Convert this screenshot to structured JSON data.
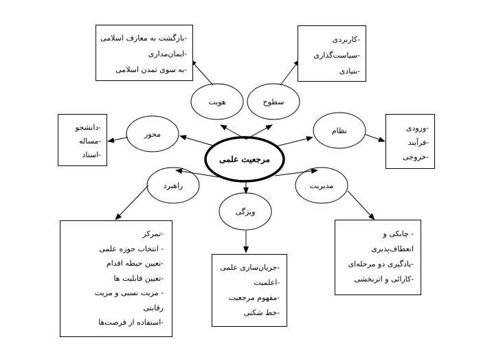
{
  "center": {
    "label": "مرجعیت علمی"
  },
  "nodes": {
    "identity": {
      "label": "هویت",
      "items": [
        "-بازگشت به معارف اسلامی",
        "-ایمان‌مداری",
        "-به سوی تمدن اسلامی"
      ]
    },
    "levels": {
      "label": "سطوح",
      "items": [
        "-کاربردی",
        "-سیاست‌گذاری",
        "-بنیادی"
      ]
    },
    "axis": {
      "label": "محور",
      "items": [
        "-دانشجو",
        "-مساله",
        "-استاد"
      ]
    },
    "system": {
      "label": "نظام",
      "items": [
        "-ورودی",
        "-فرآیند",
        "-خروجی"
      ]
    },
    "strategy": {
      "label": "راهبرد",
      "items": [
        "-تمرکز",
        "- انتخاب حوزه علمی",
        "-تعیین حیطه اقدام",
        "-تعیین قابلیت ها",
        "- مزیت نسبی و مزیت",
        "رقابتی",
        "-استفاده از فرصت‌ها"
      ]
    },
    "feature": {
      "label": "ویژگی",
      "items": [
        "-جریان‌سازی علمی",
        "-اعلمیت",
        "-مفهوم مرجعیت",
        "-خط شکنی"
      ]
    },
    "management": {
      "label": "مدیریت",
      "items": [
        "- چابکی و",
        "انعطاف‌پذیری",
        "-یادگیری دو مرحله‌ای",
        "-کارائی و اثربخشی"
      ]
    }
  }
}
